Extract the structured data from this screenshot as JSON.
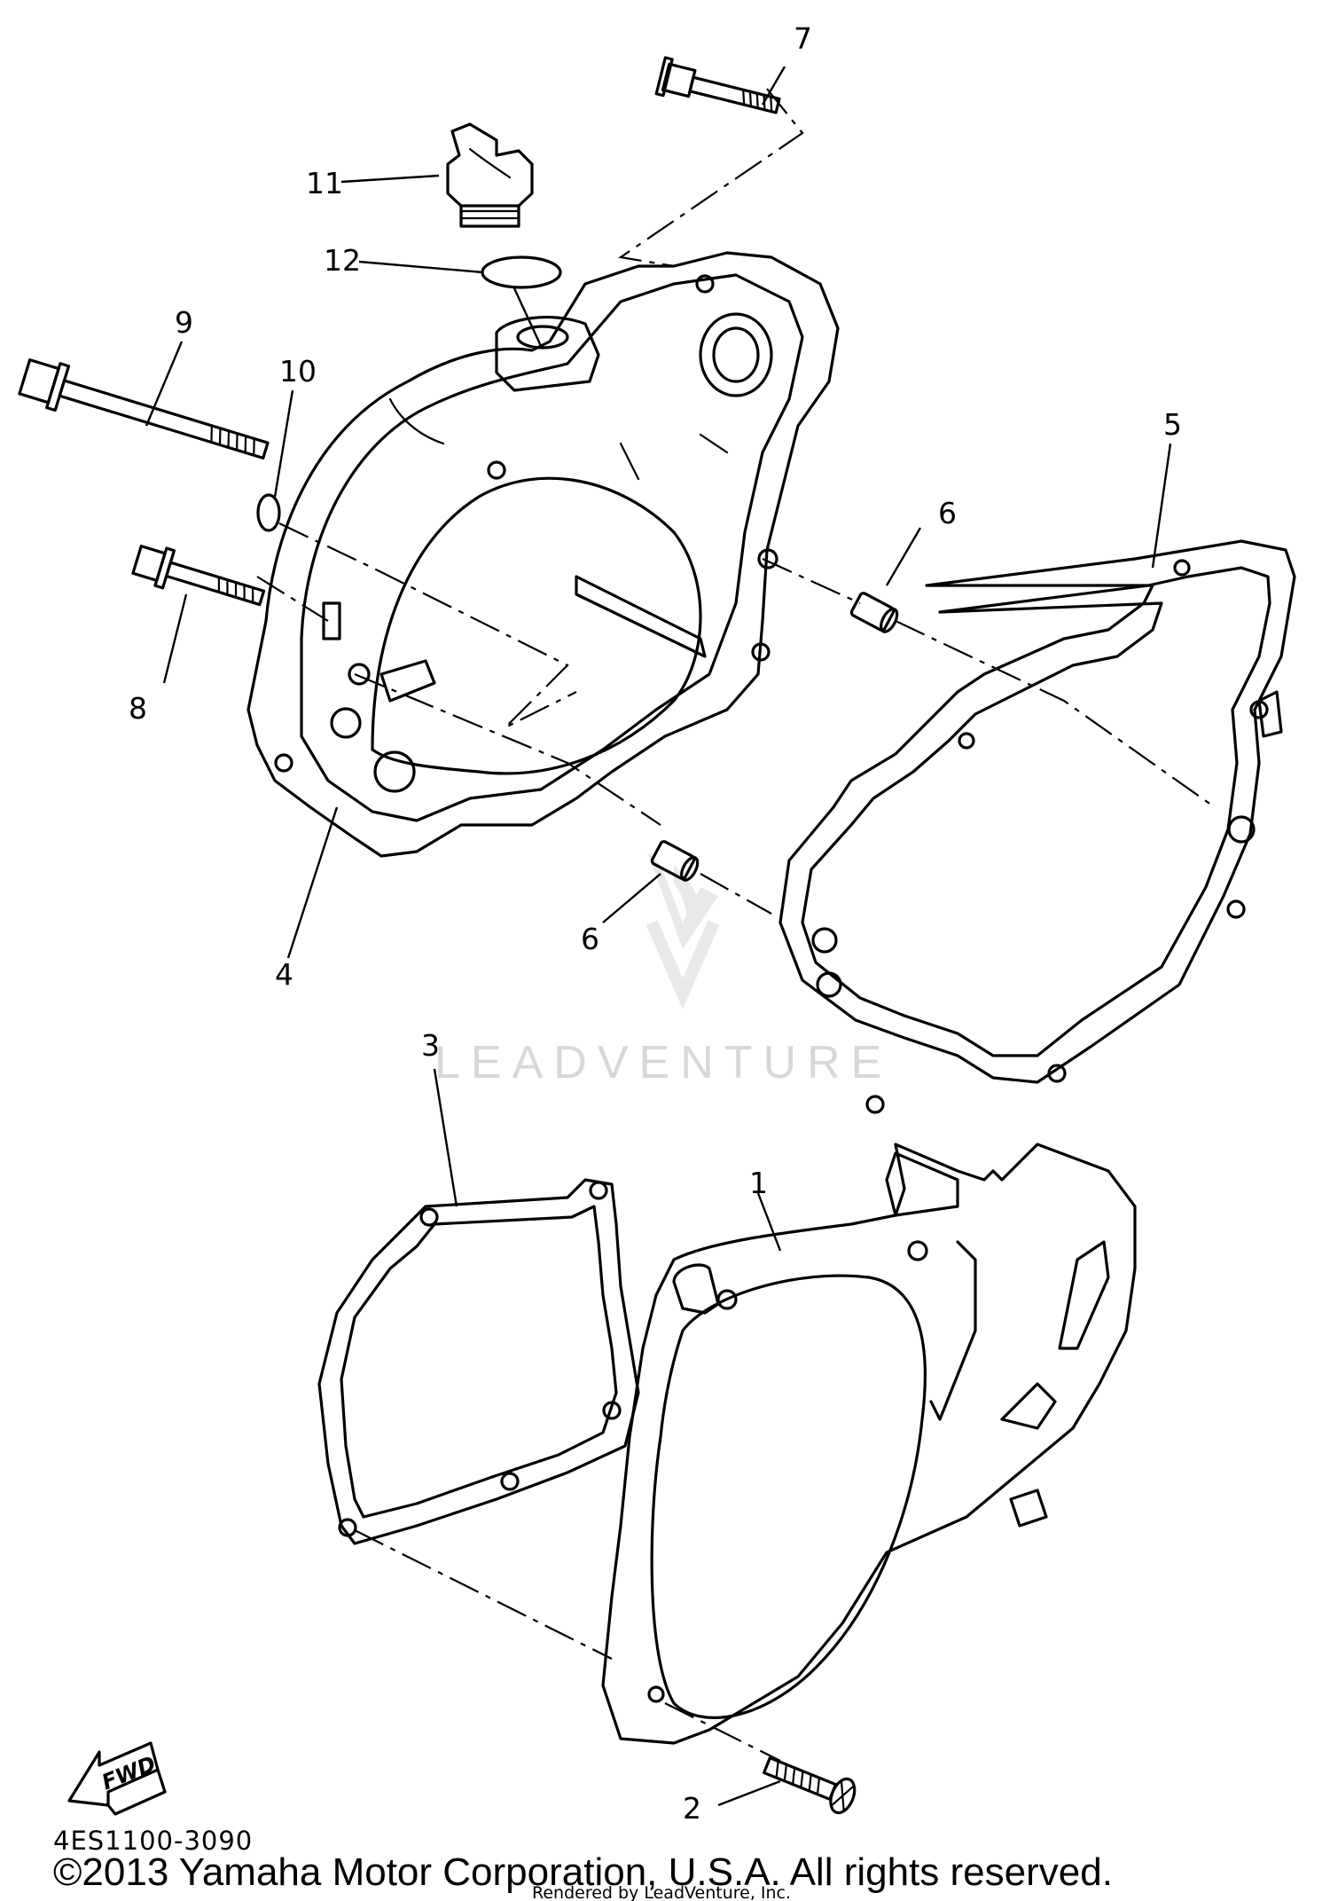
{
  "diagram": {
    "callouts": [
      {
        "id": "c1",
        "text": "1"
      },
      {
        "id": "c2",
        "text": "2"
      },
      {
        "id": "c3",
        "text": "3"
      },
      {
        "id": "c4",
        "text": "4"
      },
      {
        "id": "c5",
        "text": "5"
      },
      {
        "id": "c6a",
        "text": "6"
      },
      {
        "id": "c6b",
        "text": "6"
      },
      {
        "id": "c7",
        "text": "7"
      },
      {
        "id": "c8",
        "text": "8"
      },
      {
        "id": "c9",
        "text": "9"
      },
      {
        "id": "c10",
        "text": "10"
      },
      {
        "id": "c11",
        "text": "11"
      },
      {
        "id": "c12",
        "text": "12"
      }
    ],
    "diagram_code": "4ES1100-3090",
    "fwd_label": "FWD",
    "watermark_text": "LEADVENTURE",
    "copyright": "©2013 Yamaha Motor Corporation, U.S.A. All rights reserved.",
    "rendered_by": "Rendered by LeadVenture, Inc."
  },
  "colors": {
    "line": "#000000",
    "background": "#ffffff",
    "watermark": "#d7d7d7"
  }
}
